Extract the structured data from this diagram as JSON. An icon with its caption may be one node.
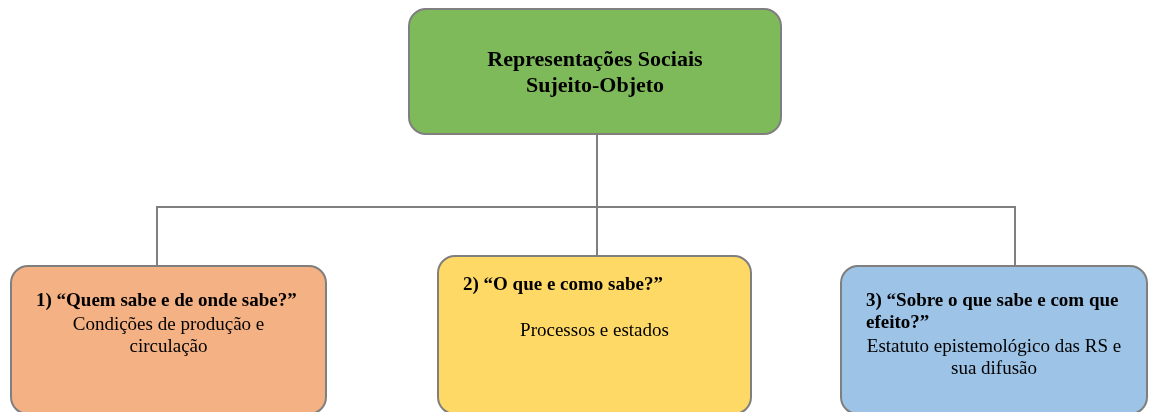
{
  "diagram": {
    "nodes": [
      {
        "text": [
          "Representações Sociais Sujeito-Objeto"
        ]
      },
      {
        "text": [
          "1) “Quem sabe e de onde sabe?”",
          "Condições de produção e circulação"
        ]
      },
      {
        "text": [
          "2) “O que e como sabe?”",
          "Processos e estados"
        ]
      },
      {
        "text": [
          "3) “Sobre o que sabe e com que efeito?”",
          "Estatuto epistemológico das RS e sua difusão"
        ]
      }
    ],
    "edges": [
      {
        "from": 0,
        "to": 1,
        "arrow": "none"
      },
      {
        "from": 0,
        "to": 2,
        "arrow": "none"
      },
      {
        "from": 0,
        "to": 3,
        "arrow": "none"
      }
    ]
  }
}
